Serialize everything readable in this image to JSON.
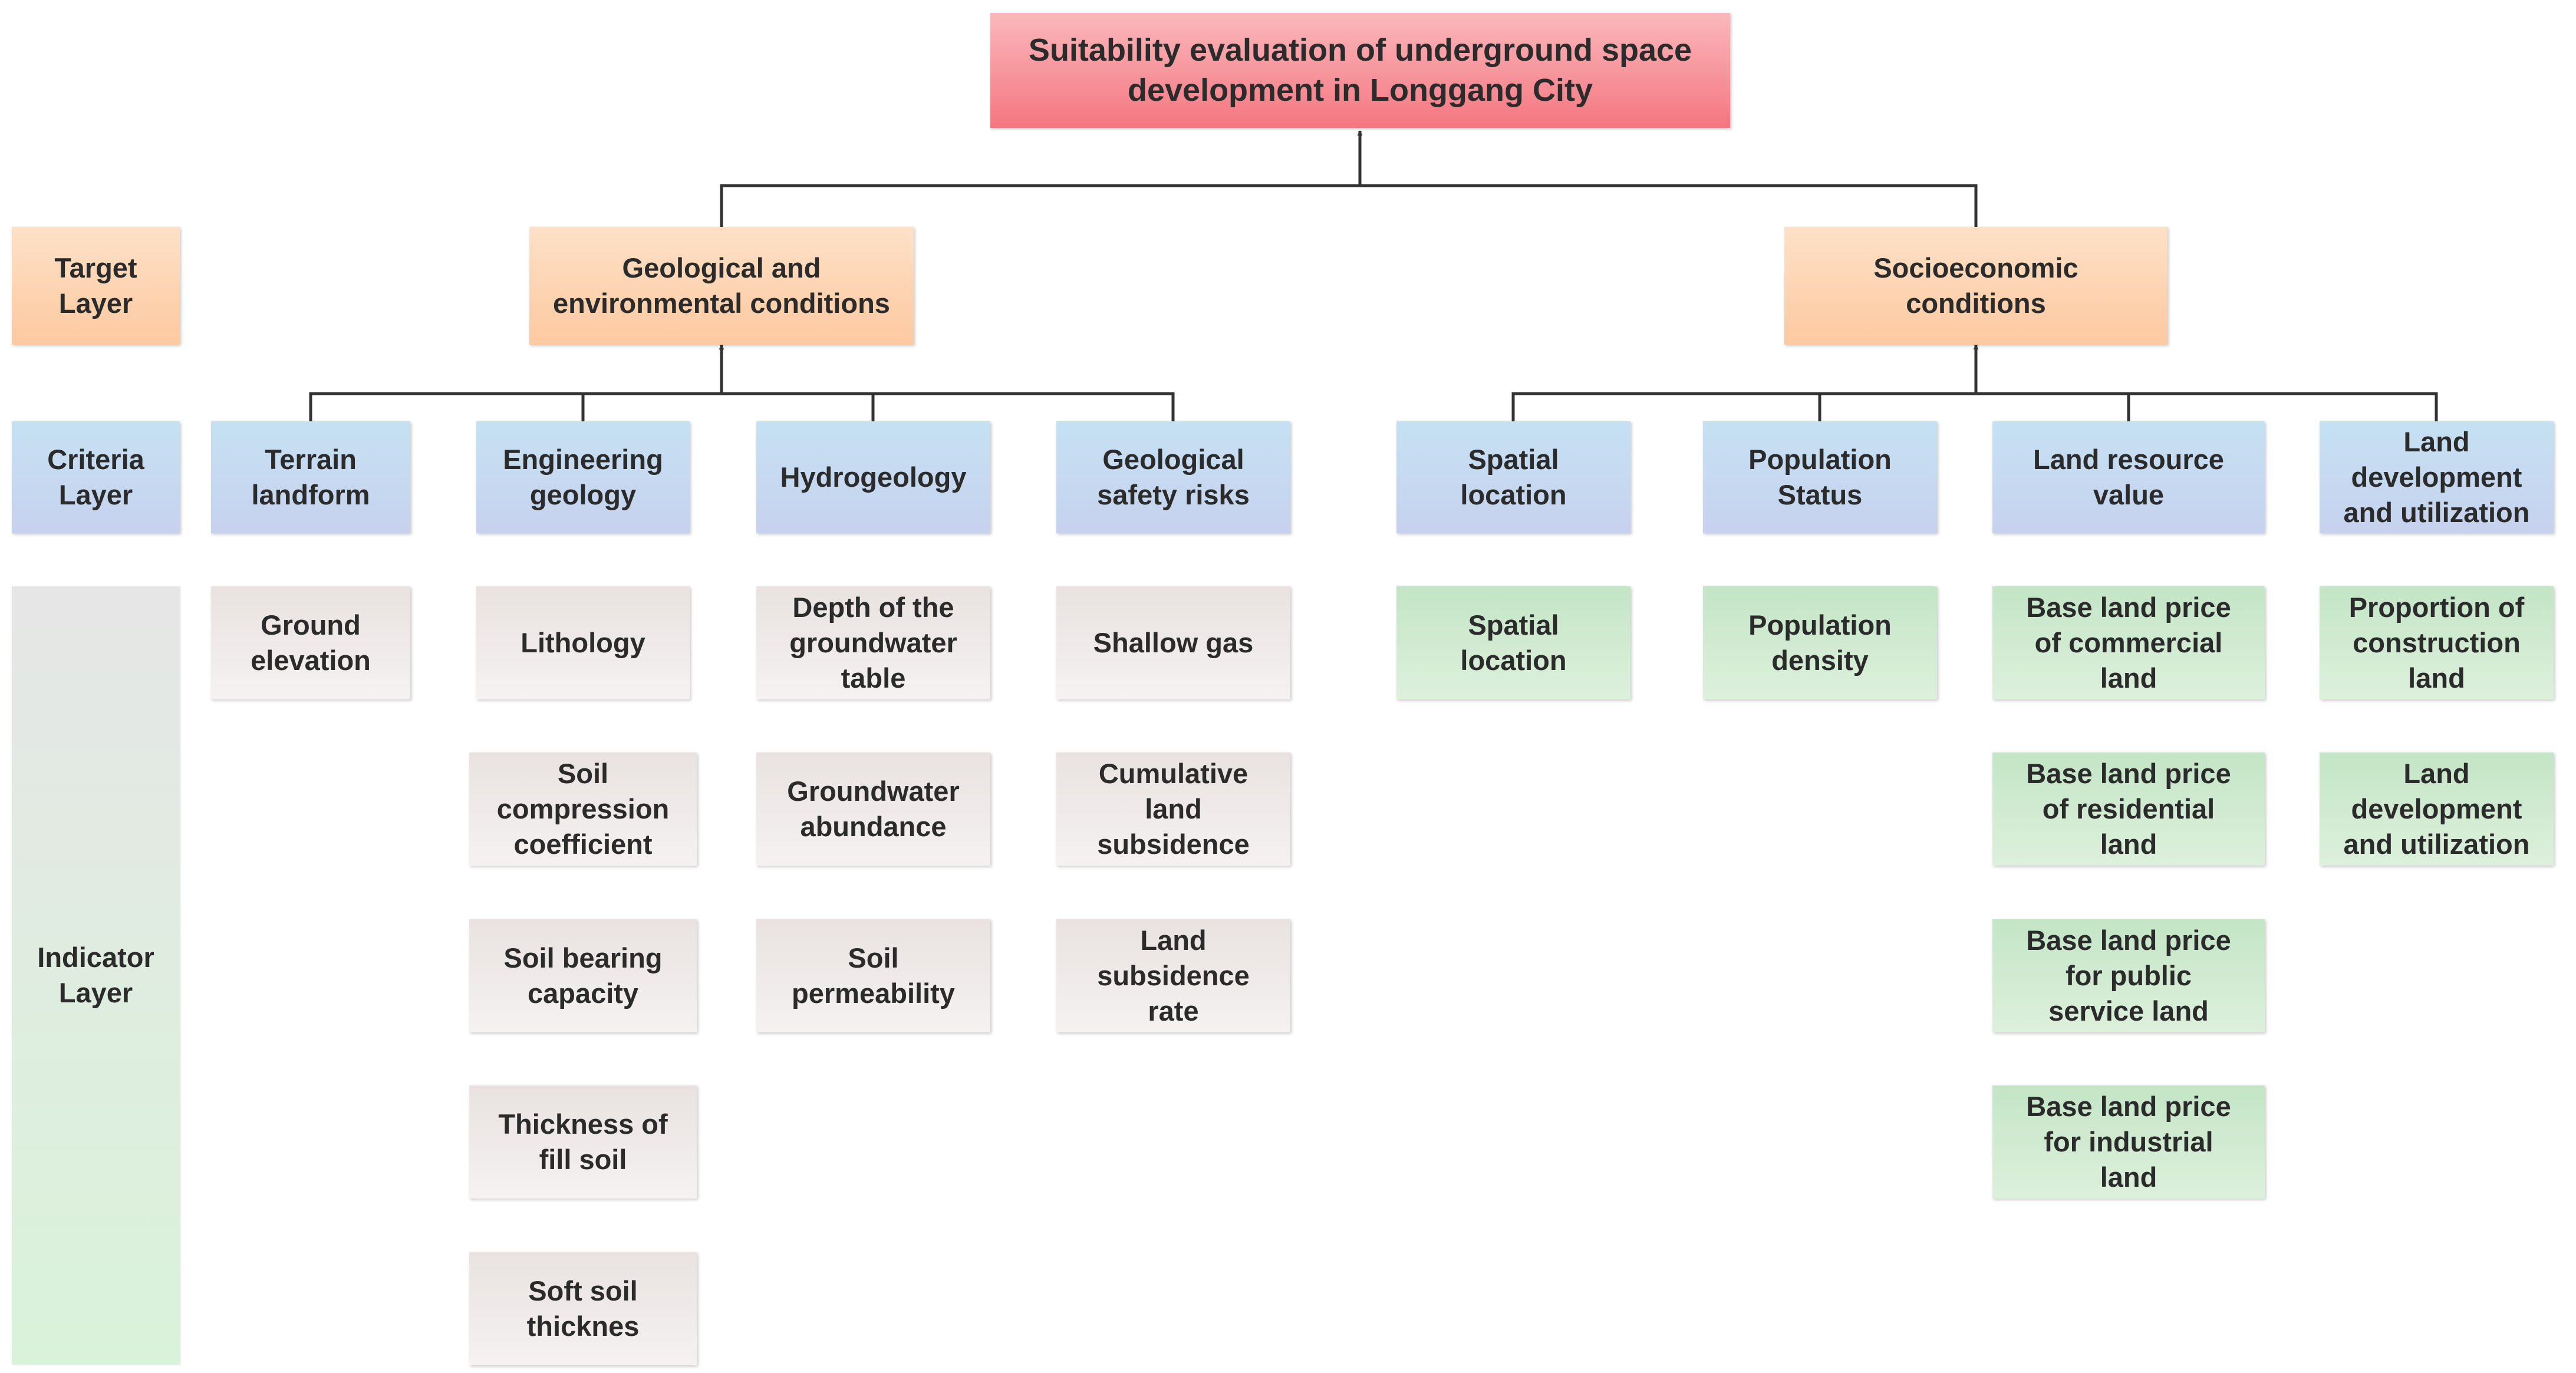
{
  "colors": {
    "goal": "#f47680",
    "target": "#fdc9a1",
    "criteria": "#c5e1f3",
    "indicator_geological": "#ede7e6",
    "indicator_socioeconomic": "#c9e8cb",
    "connector": "#333333"
  },
  "goal": {
    "label": "Suitability evaluation of underground space\ndevelopment in Longgang City"
  },
  "layers": {
    "target": "Target\nLayer",
    "criteria": "Criteria\nLayer",
    "indicator": "Indicator\nLayer"
  },
  "targets": {
    "geological": "Geological and\nenvironmental conditions",
    "socioeconomic": "Socioeconomic\nconditions"
  },
  "criteria": [
    {
      "label": "Terrain\nlandform",
      "indicators": [
        "Ground\nelevation"
      ]
    },
    {
      "label": "Engineering\ngeology",
      "indicators": [
        "Lithology",
        "Soil\ncompression\ncoefficient",
        "Soil bearing\ncapacity",
        "Thickness of\nfill soil",
        "Soft soil\nthicknes"
      ]
    },
    {
      "label": "Hydrogeology",
      "indicators": [
        "Depth of the\ngroundwater\ntable",
        "Groundwater\nabundance",
        "Soil\npermeability"
      ]
    },
    {
      "label": "Geological\nsafety risks",
      "indicators": [
        "Shallow gas",
        "Cumulative\nland\nsubsidence",
        "Land\nsubsidence\nrate"
      ]
    },
    {
      "label": "Spatial\nlocation",
      "indicators": [
        "Spatial\nlocation"
      ]
    },
    {
      "label": "Population\nStatus",
      "indicators": [
        "Population\ndensity"
      ]
    },
    {
      "label": "Land resource\nvalue",
      "indicators": [
        "Base land price\nof commercial\nland",
        "Base land price\nof residential\nland",
        "Base land price\nfor public\nservice land",
        "Base land price\nfor industrial\nland"
      ]
    },
    {
      "label": "Land\ndevelopment\nand utilization",
      "indicators": [
        "Proportion of\nconstruction\nland",
        "Land\ndevelopment\nand utilization"
      ]
    }
  ]
}
